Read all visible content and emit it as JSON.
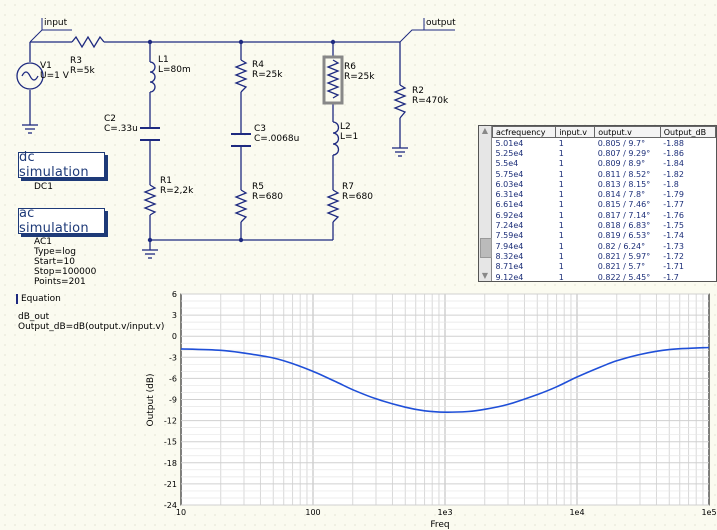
{
  "nodes": {
    "input": "input",
    "output": "output"
  },
  "components": {
    "v1": {
      "name": "V1",
      "value": "U=1 V"
    },
    "r3": {
      "name": "R3",
      "value": "R=5k"
    },
    "l1": {
      "name": "L1",
      "value": "L=80m"
    },
    "c2": {
      "name": "C2",
      "value": "C=.33u"
    },
    "r1": {
      "name": "R1",
      "value": "R=2,2k"
    },
    "r4": {
      "name": "R4",
      "value": "R=25k"
    },
    "c3": {
      "name": "C3",
      "value": "C=.0068u"
    },
    "r5": {
      "name": "R5",
      "value": "R=680"
    },
    "r6": {
      "name": "R6",
      "value": "R=25k"
    },
    "l2": {
      "name": "L2",
      "value": "L=1"
    },
    "r7": {
      "name": "R7",
      "value": "R=680"
    },
    "r2": {
      "name": "R2",
      "value": "R=470k"
    }
  },
  "sims": {
    "dc": {
      "title": "dc simulation",
      "name": "DC1"
    },
    "ac": {
      "title": "ac simulation",
      "name": "AC1",
      "type": "Type=log",
      "start": "Start=10",
      "stop": "Stop=100000",
      "points": "Points=201"
    }
  },
  "equation": {
    "title": "Equation",
    "line1": "dB_out",
    "line2": "Output_dB=dB(output.v/input.v)"
  },
  "table": {
    "headers": [
      "acfrequency",
      "input.v",
      "output.v",
      "Output_dB"
    ],
    "rows": [
      [
        "5.01e4",
        "1",
        "0.805 / 9.7°",
        "-1.88"
      ],
      [
        "5.25e4",
        "1",
        "0.807 / 9.29°",
        "-1.86"
      ],
      [
        "5.5e4",
        "1",
        "0.809 / 8.9°",
        "-1.84"
      ],
      [
        "5.75e4",
        "1",
        "0.811 / 8.52°",
        "-1.82"
      ],
      [
        "6.03e4",
        "1",
        "0.813 / 8.15°",
        "-1.8"
      ],
      [
        "6.31e4",
        "1",
        "0.814 / 7.8°",
        "-1.79"
      ],
      [
        "6.61e4",
        "1",
        "0.815 / 7.46°",
        "-1.77"
      ],
      [
        "6.92e4",
        "1",
        "0.817 / 7.14°",
        "-1.76"
      ],
      [
        "7.24e4",
        "1",
        "0.818 / 6.83°",
        "-1.75"
      ],
      [
        "7.59e4",
        "1",
        "0.819 / 6.53°",
        "-1.74"
      ],
      [
        "7.94e4",
        "1",
        "0.82 / 6.24°",
        "-1.73"
      ],
      [
        "8.32e4",
        "1",
        "0.821 / 5.97°",
        "-1.72"
      ],
      [
        "8.71e4",
        "1",
        "0.821 / 5.7°",
        "-1.71"
      ],
      [
        "9.12e4",
        "1",
        "0.822 / 5.45°",
        "-1.7"
      ]
    ]
  },
  "chart_data": {
    "type": "line",
    "xlabel": "Freq",
    "ylabel": "Output (dB)",
    "xscale": "log",
    "xlim": [
      10,
      100000
    ],
    "ylim": [
      -24,
      6
    ],
    "xticks": [
      "10",
      "100",
      "1e3",
      "1e4",
      "1e5"
    ],
    "yticks": [
      6,
      3,
      0,
      -3,
      -6,
      -9,
      -12,
      -15,
      -18,
      -21,
      -24
    ],
    "grid": true,
    "color": "#1f4fd8",
    "series": [
      {
        "x": [
          10,
          20,
          30,
          50,
          70,
          100,
          150,
          200,
          300,
          500,
          700,
          1000,
          1500,
          2000,
          3000,
          5000,
          7000,
          10000,
          15000,
          20000,
          30000,
          50000,
          100000
        ],
        "y": [
          -1.8,
          -2.0,
          -2.4,
          -3.1,
          -3.9,
          -5.0,
          -6.5,
          -7.6,
          -8.9,
          -10.1,
          -10.6,
          -10.8,
          -10.7,
          -10.4,
          -9.7,
          -8.3,
          -7.2,
          -5.8,
          -4.4,
          -3.5,
          -2.6,
          -1.9,
          -1.6
        ]
      }
    ]
  }
}
